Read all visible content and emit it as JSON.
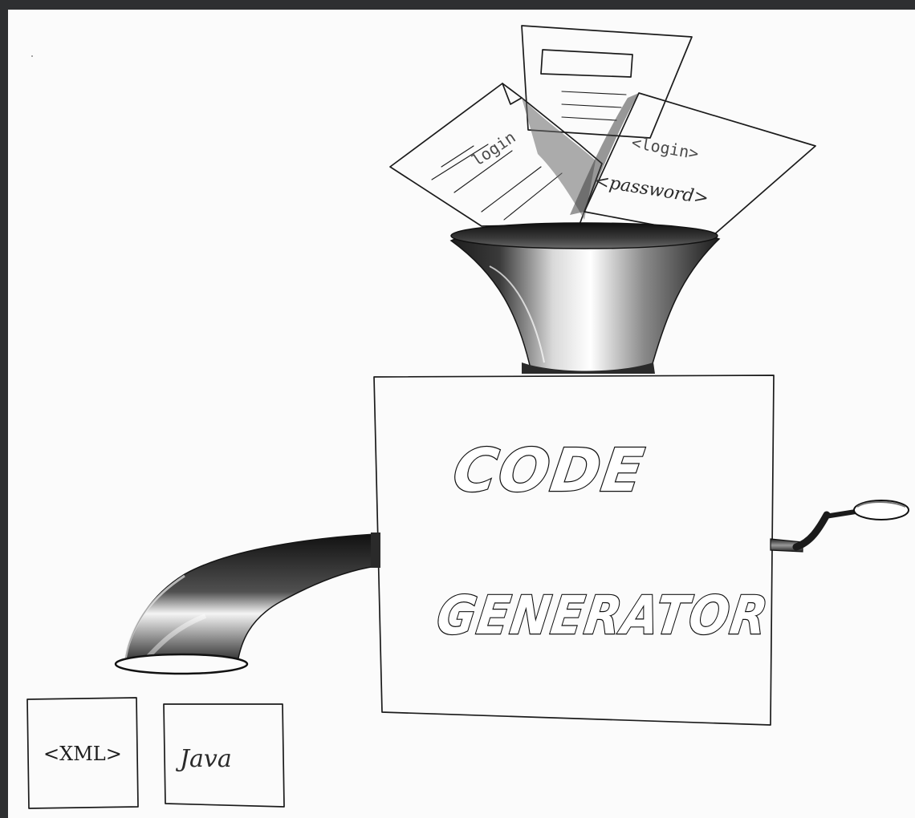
{
  "drawing": {
    "input_documents": {
      "left_sheet_label": "login",
      "right_sheet_line_1": "<login>",
      "right_sheet_line_2": "<password>"
    },
    "machine": {
      "title_line_1": "CODE",
      "title_line_2": "GENERATOR"
    },
    "outputs": {
      "xml_box_label": "<XML>",
      "java_box_label": "Java"
    }
  },
  "colors": {
    "ink": "#1b1b1b",
    "paper": "#fbfbfb",
    "frame": "#2e2f31"
  }
}
